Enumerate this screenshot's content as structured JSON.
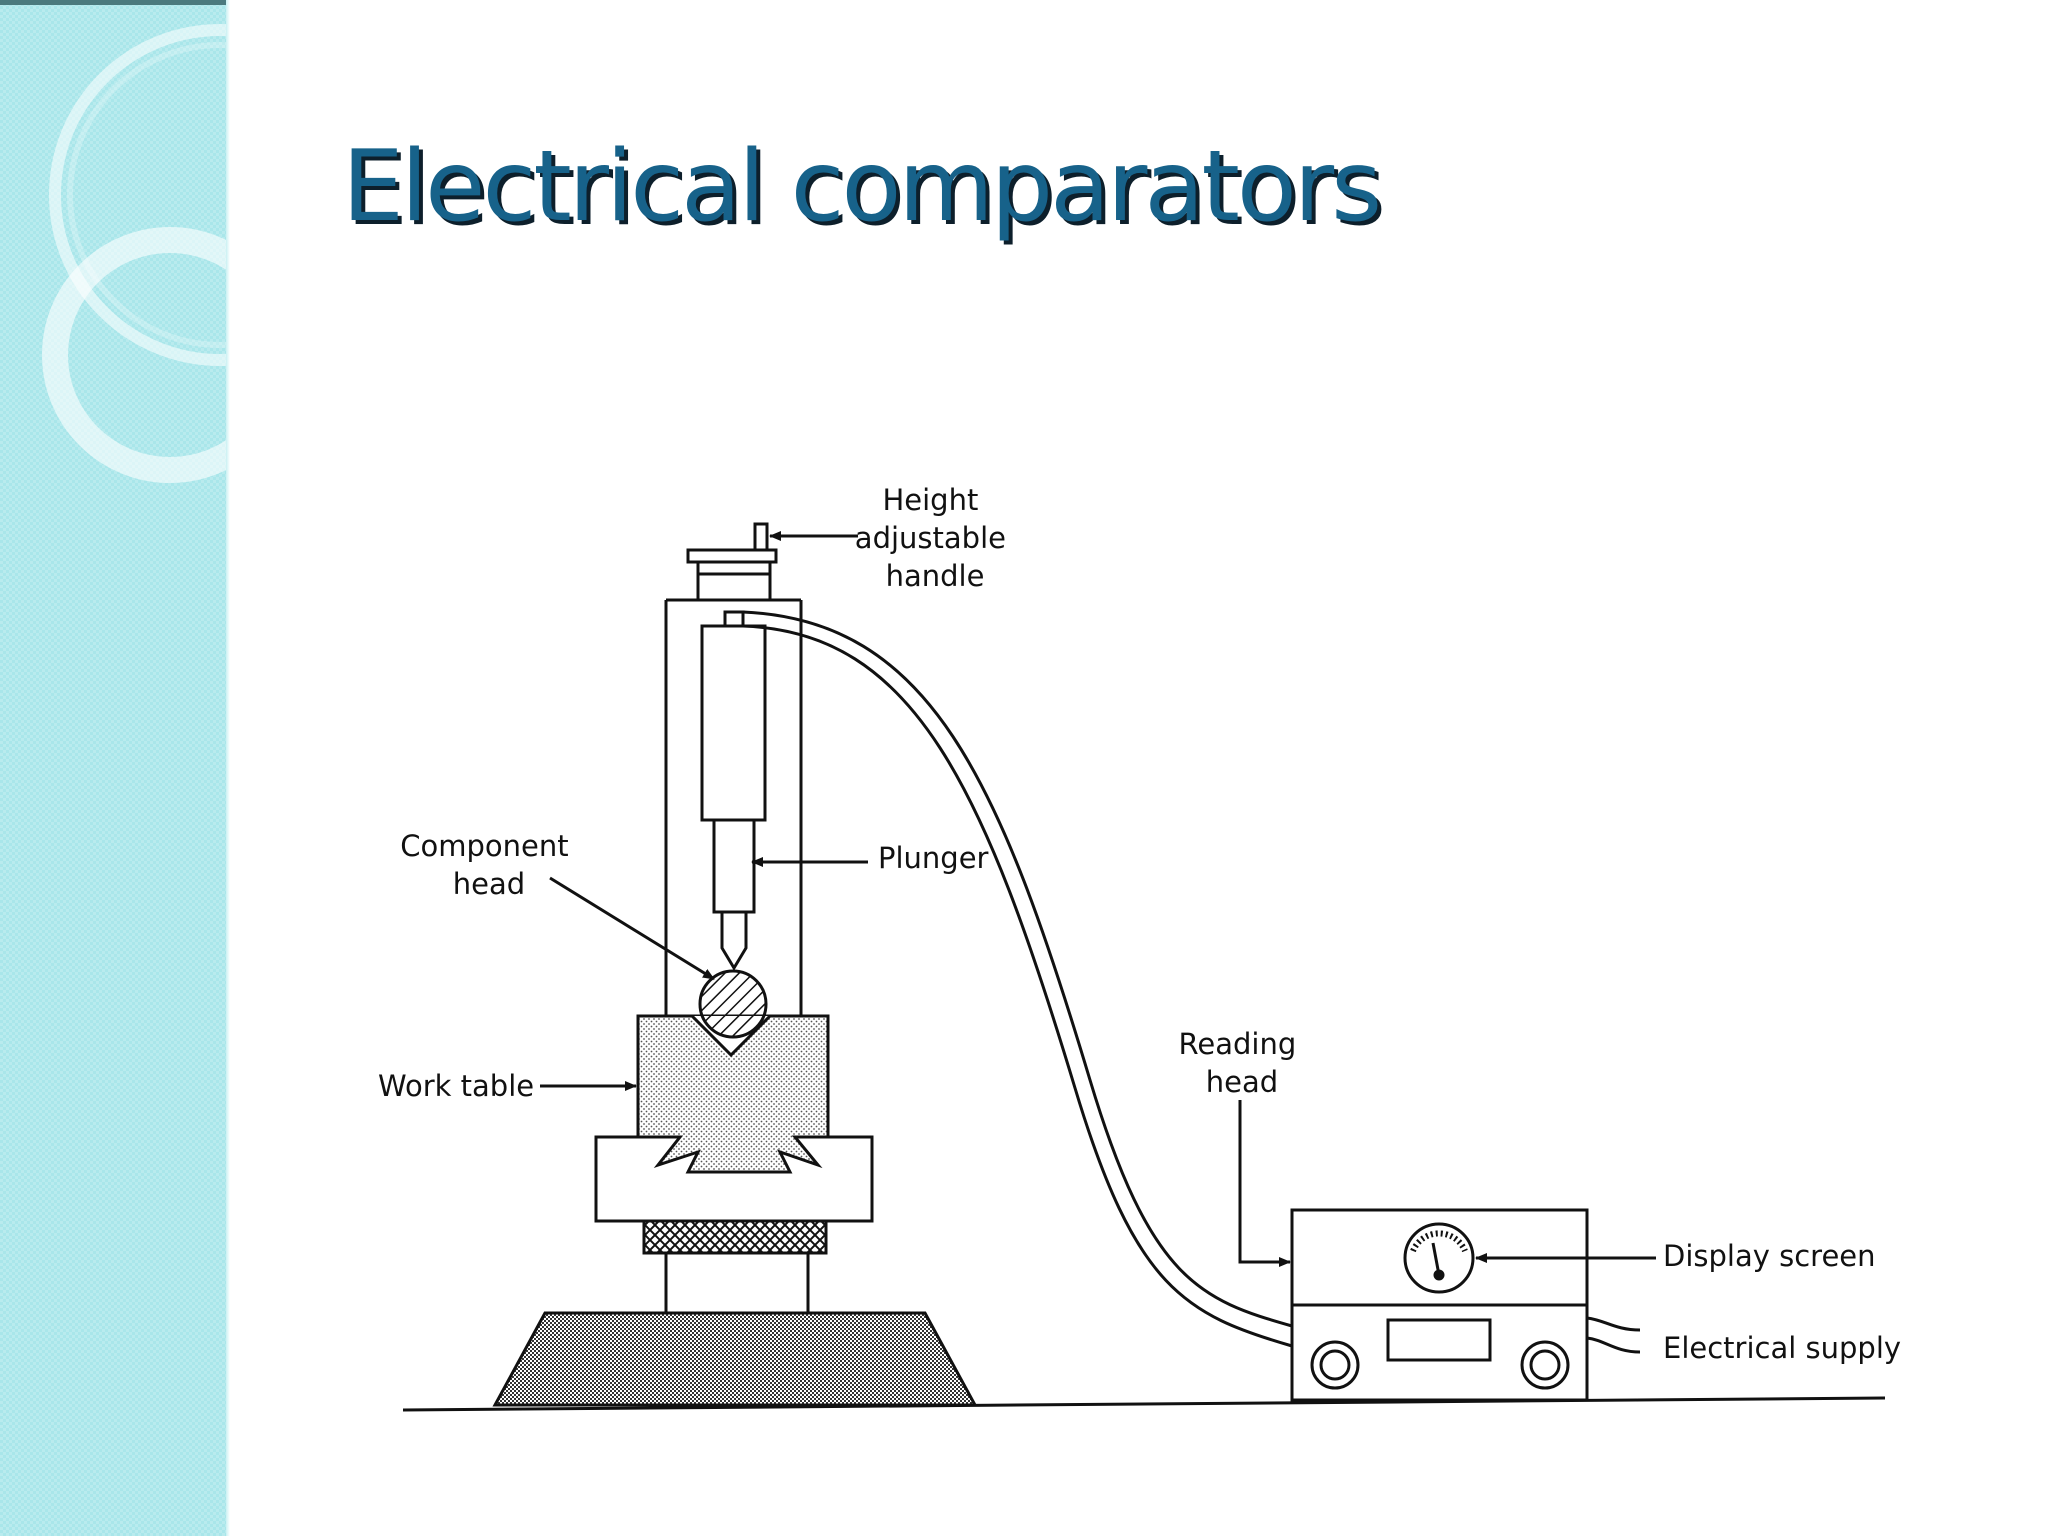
{
  "slide": {
    "title": "Electrical comparators"
  },
  "labels": {
    "height_handle": [
      "Height",
      "adjustable",
      "handle"
    ],
    "component_head": [
      "Component",
      "head"
    ],
    "plunger": "Plunger",
    "work_table": "Work table",
    "reading_head": [
      "Reading",
      "head"
    ],
    "display_screen": "Display screen",
    "electrical_supply": "Electrical supply"
  },
  "colors": {
    "title": "#17628a",
    "sidebar": "#a9e6ea"
  }
}
